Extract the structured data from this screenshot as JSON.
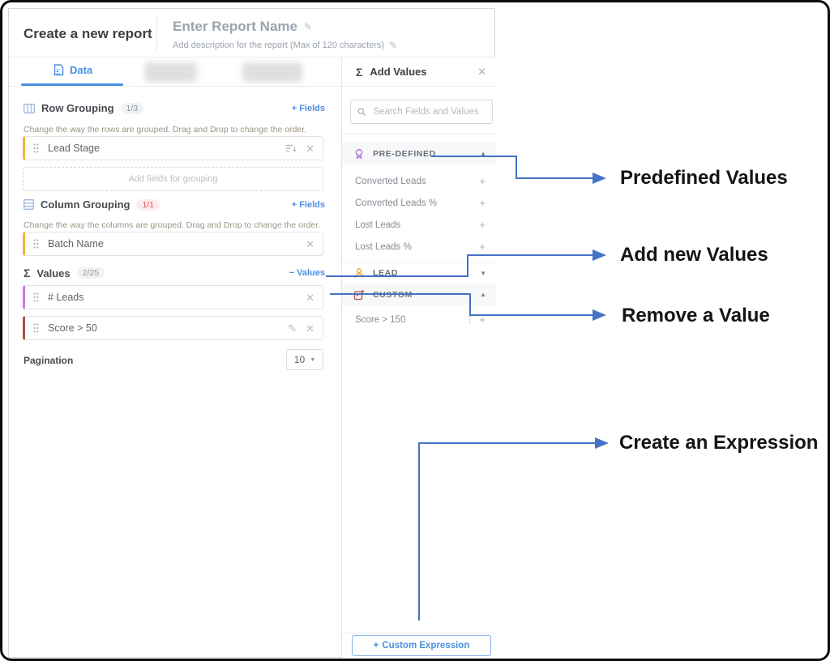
{
  "header": {
    "title": "Create a new report",
    "report_name_placeholder": "Enter Report Name",
    "description_placeholder": "Add description for the report (Max of 120 characters)"
  },
  "tabs": {
    "data_label": "Data"
  },
  "row_grouping": {
    "title": "Row Grouping",
    "count": "1/3",
    "fields_link": "+ Fields",
    "description": "Change the way the rows are grouped. Drag and Drop to change the order.",
    "items": [
      {
        "label": "Lead Stage"
      }
    ],
    "add_placeholder": "Add fields for grouping"
  },
  "column_grouping": {
    "title": "Column Grouping",
    "count": "1/1",
    "fields_link": "+ Fields",
    "description": "Change the way the columns are grouped. Drag and Drop to change the order.",
    "items": [
      {
        "label": "Batch Name"
      }
    ]
  },
  "values": {
    "title": "Values",
    "count": "2/25",
    "remove_link": "− Values",
    "items": [
      {
        "label": "# Leads"
      },
      {
        "label": "Score > 50"
      }
    ]
  },
  "pagination": {
    "label": "Pagination",
    "value": "10"
  },
  "add_values_panel": {
    "title": "Add Values",
    "search_placeholder": "Search Fields and Values",
    "sections": {
      "predefined": {
        "label": "PRE-DEFINED",
        "items": [
          "Converted Leads",
          "Converted Leads %",
          "Lost Leads",
          "Lost Leads %"
        ]
      },
      "lead": {
        "label": "LEAD"
      },
      "custom": {
        "label": "CUSTOM",
        "items": [
          "Score > 150"
        ]
      }
    },
    "custom_expression_button": "Custom Expression"
  },
  "annotations": {
    "labels": [
      "Predefined Values",
      "Add new Values",
      "Remove a Value",
      "Create an Expression"
    ],
    "arrow_color": "#4472c4"
  },
  "glyphs": {
    "sigma": "Σ",
    "close": "✕",
    "plus": "+",
    "pencil": "✎",
    "kebab": "⋮",
    "caret_up": "▲",
    "caret_down": "▼",
    "dd_caret": "▼"
  },
  "colors": {
    "accent_blue": "#4a90e2",
    "annotation_blue": "#4472c4",
    "orange_field": "#f5b041",
    "purple_value": "#c77ae8",
    "red_value": "#a94d42"
  }
}
